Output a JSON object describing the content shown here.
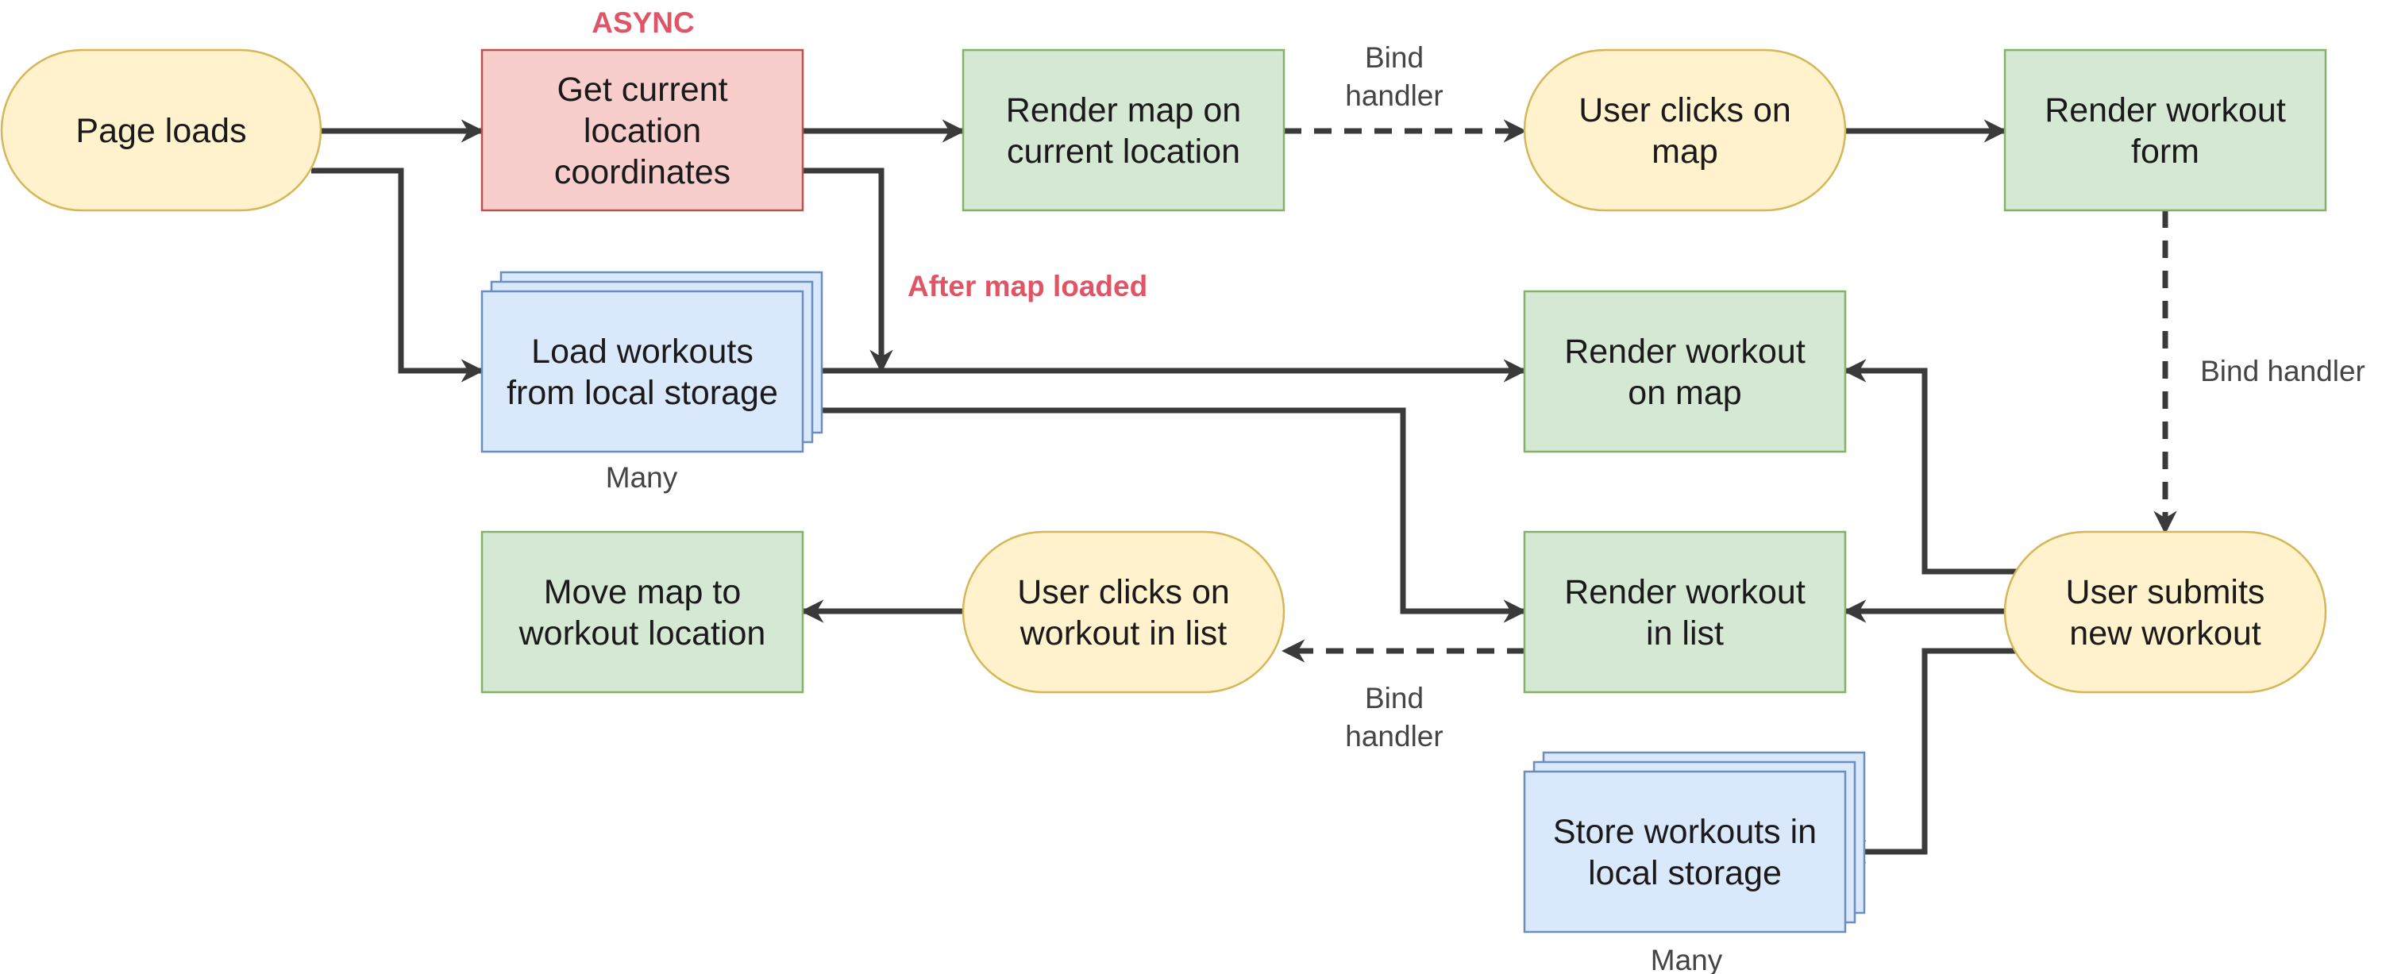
{
  "colors": {
    "terminal_fill": "#fff2cc",
    "terminal_stroke": "#d6b656",
    "process_fill": "#d5e8d4",
    "process_stroke": "#82b366",
    "async_fill": "#f8cecc",
    "async_stroke": "#b85450",
    "store_fill": "#dae8fc",
    "store_stroke": "#6c8ebf",
    "edge": "#3a3a3a",
    "highlight": "#e05565"
  },
  "nodes": {
    "page_loads": {
      "shape": "terminal",
      "lines": [
        "Page loads"
      ]
    },
    "get_location": {
      "shape": "async",
      "lines": [
        "Get current",
        "location",
        "coordinates"
      ]
    },
    "render_map": {
      "shape": "process",
      "lines": [
        "Render map on",
        "current location"
      ]
    },
    "user_clicks_map": {
      "shape": "terminal",
      "lines": [
        "User clicks on",
        "map"
      ]
    },
    "render_form": {
      "shape": "process",
      "lines": [
        "Render workout",
        "form"
      ]
    },
    "load_workouts": {
      "shape": "store",
      "lines": [
        "Load workouts",
        "from local storage"
      ]
    },
    "render_on_map": {
      "shape": "process",
      "lines": [
        "Render workout",
        "on map"
      ]
    },
    "move_map": {
      "shape": "process",
      "lines": [
        "Move map to",
        "workout location"
      ]
    },
    "user_clicks_workout": {
      "shape": "terminal",
      "lines": [
        "User clicks on",
        "workout in list"
      ]
    },
    "render_in_list": {
      "shape": "process",
      "lines": [
        "Render workout",
        "in list"
      ]
    },
    "user_submits": {
      "shape": "terminal",
      "lines": [
        "User submits",
        "new workout"
      ]
    },
    "store_workouts": {
      "shape": "store",
      "lines": [
        "Store workouts in",
        "local storage"
      ]
    }
  },
  "edges": [
    {
      "from": "page_loads",
      "to": "get_location",
      "style": "solid"
    },
    {
      "from": "page_loads",
      "to": "load_workouts",
      "style": "solid"
    },
    {
      "from": "get_location",
      "to": "render_map",
      "style": "solid"
    },
    {
      "from": "get_location",
      "to": "load_workouts",
      "style": "solid"
    },
    {
      "from": "render_map",
      "to": "user_clicks_map",
      "style": "dashed"
    },
    {
      "from": "user_clicks_map",
      "to": "render_form",
      "style": "solid"
    },
    {
      "from": "render_form",
      "to": "user_submits",
      "style": "dashed"
    },
    {
      "from": "load_workouts",
      "to": "render_on_map",
      "style": "solid"
    },
    {
      "from": "load_workouts",
      "to": "render_in_list",
      "style": "solid"
    },
    {
      "from": "user_submits",
      "to": "render_on_map",
      "style": "solid"
    },
    {
      "from": "user_submits",
      "to": "render_in_list",
      "style": "solid"
    },
    {
      "from": "user_submits",
      "to": "store_workouts",
      "style": "solid"
    },
    {
      "from": "render_in_list",
      "to": "user_clicks_workout",
      "style": "dashed"
    },
    {
      "from": "user_clicks_workout",
      "to": "move_map",
      "style": "solid"
    }
  ],
  "labels": {
    "async": "ASYNC",
    "after_map_loaded": "After map loaded",
    "bind_handler_top": [
      "Bind",
      "handler"
    ],
    "bind_handler_right": "Bind handler",
    "bind_handler_bottom": [
      "Bind",
      "handler"
    ],
    "many_load": "Many",
    "many_store": "Many"
  }
}
